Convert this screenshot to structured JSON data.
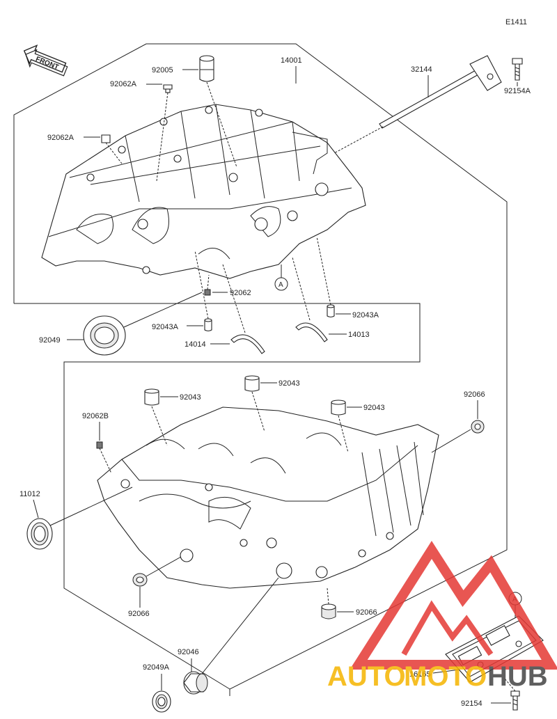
{
  "diagram": {
    "code": "E1411",
    "front_label": "FRONT",
    "ref_marker": "A",
    "parts": [
      {
        "id": "p14001",
        "label": "14001"
      },
      {
        "id": "p92005",
        "label": "92005"
      },
      {
        "id": "p92062A_1",
        "label": "92062A"
      },
      {
        "id": "p92062A_2",
        "label": "92062A"
      },
      {
        "id": "p32144",
        "label": "32144"
      },
      {
        "id": "p92154A",
        "label": "92154A"
      },
      {
        "id": "p92062",
        "label": "92062"
      },
      {
        "id": "p92043A_1",
        "label": "92043A"
      },
      {
        "id": "p92043A_2",
        "label": "92043A"
      },
      {
        "id": "p92049",
        "label": "92049"
      },
      {
        "id": "p14014",
        "label": "14014"
      },
      {
        "id": "p14013",
        "label": "14013"
      },
      {
        "id": "p92043_1",
        "label": "92043"
      },
      {
        "id": "p92043_2",
        "label": "92043"
      },
      {
        "id": "p92043_3",
        "label": "92043"
      },
      {
        "id": "p92062B",
        "label": "92062B"
      },
      {
        "id": "p92066_1",
        "label": "92066"
      },
      {
        "id": "p11012",
        "label": "11012"
      },
      {
        "id": "p92066_2",
        "label": "92066"
      },
      {
        "id": "p92066_3",
        "label": "92066"
      },
      {
        "id": "p92046",
        "label": "92046"
      },
      {
        "id": "p92049A",
        "label": "92049A"
      },
      {
        "id": "p16165",
        "label": "16165"
      },
      {
        "id": "p92154",
        "label": "92154"
      }
    ]
  },
  "watermark": {
    "text_a": "AUTO",
    "text_b": "MOTO",
    "text_c": "HUB",
    "color_primary": "#f5b400",
    "color_accent": "#e53935"
  }
}
